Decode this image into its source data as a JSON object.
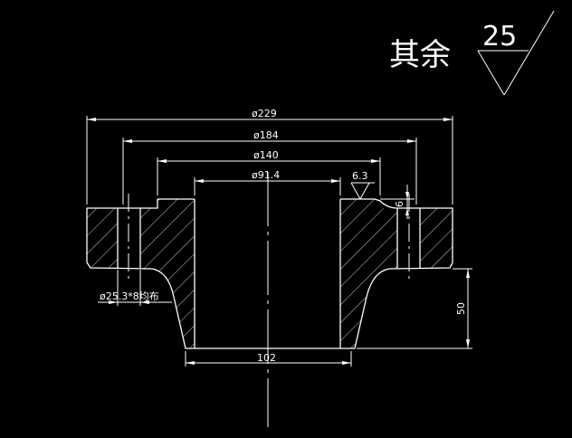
{
  "note": {
    "remaining_label": "其余",
    "roughness_value": "25"
  },
  "dimensions": {
    "d229": "ø229",
    "d184": "ø184",
    "d140": "ø140",
    "d91": "ø91.4",
    "d102": "102",
    "h50": "50",
    "t6": "6",
    "hole_note": "ø25.3*8均布",
    "surface_finish": "6.3"
  },
  "colors": {
    "background": "#000000",
    "line": "#ffffff"
  }
}
